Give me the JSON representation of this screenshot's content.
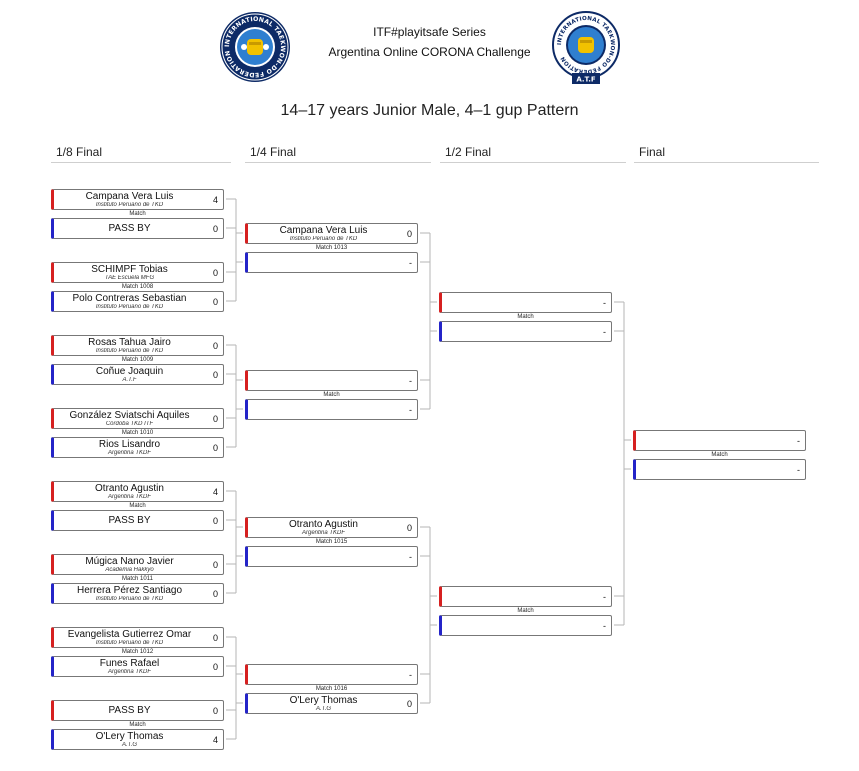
{
  "header": {
    "series": "ITF#playitsafe Series",
    "event": "Argentina Online CORONA Challenge",
    "category": "14–17 years Junior Male, 4–1 gup Pattern",
    "logo_left_text": "INTERNATIONAL TAEKWON-DO FEDERATION",
    "logo_right_text": "INTERNATIONAL TAEKWON-DO FEDERATION",
    "logo_right_badge": "A.T.F",
    "logo_left_icon": "itf-fist-emblem",
    "logo_right_icon": "atf-fist-emblem"
  },
  "colors": {
    "red_corner": "#d62020",
    "blue_corner": "#2424c8",
    "bracket_lines": "#b5b5b5"
  },
  "rounds": {
    "r16": {
      "label": "1/8 Final",
      "matches": [
        {
          "label": "Match",
          "red": {
            "name": "Campana Vera Luis",
            "club": "Instituto Peruano de TKD",
            "score": "4"
          },
          "blue": {
            "name": "PASS BY",
            "club": "",
            "score": "0"
          }
        },
        {
          "label": "Match 1008",
          "red": {
            "name": "SCHIMPF Tobias",
            "club": "TAE Escuela MFG",
            "score": "0"
          },
          "blue": {
            "name": "Polo Contreras Sebastian",
            "club": "Instituto Peruano de TKD",
            "score": "0"
          }
        },
        {
          "label": "Match 1009",
          "red": {
            "name": "Rosas Tahua Jairo",
            "club": "Instituto Peruano de TKD",
            "score": "0"
          },
          "blue": {
            "name": "Coñue Joaquin",
            "club": "A.T.F",
            "score": "0"
          }
        },
        {
          "label": "Match 1010",
          "red": {
            "name": "González Sviatschi Aquiles",
            "club": "Córdoba TKD ITF",
            "score": "0"
          },
          "blue": {
            "name": "Rios Lisandro",
            "club": "Argentina TKDF",
            "score": "0"
          }
        },
        {
          "label": "Match",
          "red": {
            "name": "Otranto Agustin",
            "club": "Argentina TKDF",
            "score": "4"
          },
          "blue": {
            "name": "PASS BY",
            "club": "",
            "score": "0"
          }
        },
        {
          "label": "Match 1011",
          "red": {
            "name": "Múgica Nano Javier",
            "club": "Academia Hakkyo",
            "score": "0"
          },
          "blue": {
            "name": "Herrera Pérez Santiago",
            "club": "Instituto Peruano de TKD",
            "score": "0"
          }
        },
        {
          "label": "Match 1012",
          "red": {
            "name": "Evangelista Gutierrez Omar",
            "club": "Instituto Peruano de TKD",
            "score": "0"
          },
          "blue": {
            "name": "Funes Rafael",
            "club": "Argentina TKDF",
            "score": "0"
          }
        },
        {
          "label": "Match",
          "red": {
            "name": "PASS BY",
            "club": "",
            "score": "0"
          },
          "blue": {
            "name": "O'Lery Thomas",
            "club": "A.T.G",
            "score": "4"
          }
        }
      ]
    },
    "qf": {
      "label": "1/4 Final",
      "matches": [
        {
          "label": "Match 1013",
          "red": {
            "name": "Campana Vera Luis",
            "club": "Instituto Peruano de TKD",
            "score": "0"
          },
          "blue": {
            "name": "",
            "club": "",
            "score": "-"
          }
        },
        {
          "label": "Match",
          "red": {
            "name": "",
            "club": "",
            "score": "-"
          },
          "blue": {
            "name": "",
            "club": "",
            "score": "-"
          }
        },
        {
          "label": "Match 1015",
          "red": {
            "name": "Otranto Agustin",
            "club": "Argentina TKDF",
            "score": "0"
          },
          "blue": {
            "name": "",
            "club": "",
            "score": "-"
          }
        },
        {
          "label": "Match 1016",
          "red": {
            "name": "",
            "club": "",
            "score": "-"
          },
          "blue": {
            "name": "O'Lery Thomas",
            "club": "A.T.G",
            "score": "0"
          }
        }
      ]
    },
    "sf": {
      "label": "1/2 Final",
      "matches": [
        {
          "label": "Match",
          "red": {
            "name": "",
            "club": "",
            "score": "-"
          },
          "blue": {
            "name": "",
            "club": "",
            "score": "-"
          }
        },
        {
          "label": "Match",
          "red": {
            "name": "",
            "club": "",
            "score": "-"
          },
          "blue": {
            "name": "",
            "club": "",
            "score": "-"
          }
        }
      ]
    },
    "final": {
      "label": "Final",
      "matches": [
        {
          "label": "Match",
          "red": {
            "name": "",
            "club": "",
            "score": "-"
          },
          "blue": {
            "name": "",
            "club": "",
            "score": "-"
          }
        }
      ]
    }
  }
}
